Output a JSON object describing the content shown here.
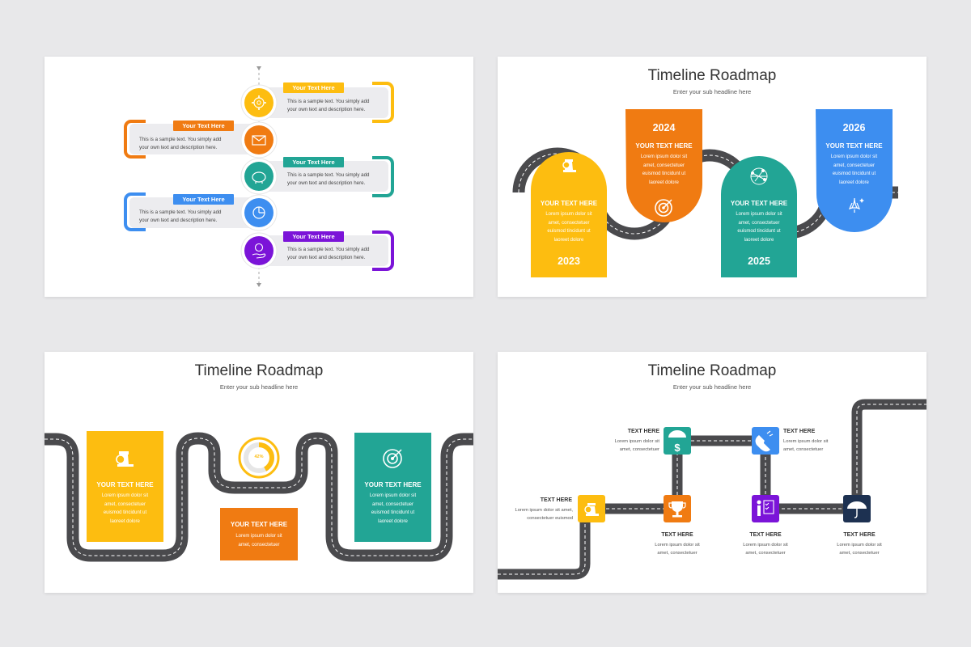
{
  "colors": {
    "yellow": "#fdbd10",
    "orange": "#f07b12",
    "teal": "#22a595",
    "blue": "#3d8ef0",
    "purple": "#7b14d8",
    "navy": "#1d3151",
    "road": "#4a4a4d"
  },
  "slide1": {
    "items": [
      {
        "label": "Your Text Here",
        "text1": "This is a sample text. You simply add",
        "text2": "your own text and description here.",
        "icon": "gear-icon",
        "side": "right"
      },
      {
        "label": "Your Text Here",
        "text1": "This is a sample text. You simply add",
        "text2": "your own text and description here.",
        "icon": "envelope-icon",
        "side": "left"
      },
      {
        "label": "Your Text Here",
        "text1": "This is a sample text. You simply add",
        "text2": "your own text and description here.",
        "icon": "piggy-bank-icon",
        "side": "right"
      },
      {
        "label": "Your Text Here",
        "text1": "This is a sample text. You simply add",
        "text2": "your own text and description here.",
        "icon": "pie-chart-icon",
        "side": "left"
      },
      {
        "label": "Your Text Here",
        "text1": "This is a sample text. You simply add",
        "text2": "your own text and description here.",
        "icon": "money-hand-icon",
        "side": "right"
      }
    ]
  },
  "slide2": {
    "title": "Timeline Roadmap",
    "subtitle": "Enter your sub headline here",
    "cards": [
      {
        "year": "2023",
        "heading": "YOUR TEXT HERE",
        "lines": [
          "Lorem ipsum dolor sit",
          "amet, consectetuer",
          "euismod tincidunt ut",
          "laoreet dolore"
        ],
        "icon": "chess-icon"
      },
      {
        "year": "2024",
        "heading": "YOUR TEXT HERE",
        "lines": [
          "Lorem ipsum dolor sit",
          "amet, consectetuer",
          "euismod tincidunt ut",
          "laoreet dolore"
        ],
        "icon": "target-icon"
      },
      {
        "year": "2025",
        "heading": "YOUR TEXT HERE",
        "lines": [
          "Lorem ipsum dolor sit",
          "amet, consectetuer",
          "euismod tincidunt ut",
          "laoreet dolore"
        ],
        "icon": "brain-network-icon"
      },
      {
        "year": "2026",
        "heading": "YOUR TEXT HERE",
        "lines": [
          "Lorem ipsum dolor sit",
          "amet, consectetuer",
          "euismod tincidunt ut",
          "laoreet dolore"
        ],
        "icon": "rocket-icon"
      }
    ]
  },
  "slide3": {
    "title": "Timeline Roadmap",
    "subtitle": "Enter your sub headline here",
    "donut_label": "42%",
    "cards": [
      {
        "heading": "YOUR TEXT HERE",
        "lines": [
          "Lorem ipsum dolor sit",
          "amet, consectetuer",
          "euismod tincidunt ut",
          "laoreet dolore"
        ],
        "icon": "chess-icon"
      },
      {
        "heading": "YOUR TEXT HERE",
        "lines": [
          "Lorem ipsum dolor sit",
          "amet, consectetuer"
        ]
      },
      {
        "heading": "YOUR TEXT HERE",
        "lines": [
          "Lorem ipsum dolor sit",
          "amet, consectetuer",
          "euismod tincidunt ut",
          "laoreet dolore"
        ],
        "icon": "target-icon"
      }
    ]
  },
  "slide4": {
    "title": "Timeline Roadmap",
    "subtitle": "Enter your sub headline here",
    "nodes": [
      {
        "heading": "TEXT HERE",
        "line1": "Lorem ipsum dolor sit amet,",
        "line2": "consectetuer euismod",
        "icon": "chess-icon"
      },
      {
        "heading": "TEXT HERE",
        "line1": "Lorem ipsum dolor sit",
        "line2": "amet, consectetuer",
        "icon": "dollar-umbrella-icon"
      },
      {
        "heading": "TEXT HERE",
        "line1": "Lorem ipsum dolor sit",
        "line2": "amet, consectetuer",
        "icon": "trophy-icon"
      },
      {
        "heading": "TEXT HERE",
        "line1": "Lorem ipsum dolor sit",
        "line2": "amet, consectetuer",
        "icon": "magnet-icon"
      },
      {
        "heading": "TEXT HERE",
        "line1": "Lorem ipsum dolor sit",
        "line2": "amet, consectetuer",
        "icon": "presenter-icon"
      },
      {
        "heading": "TEXT HERE",
        "line1": "Lorem ipsum dolor sit",
        "line2": "amet, consectetuer",
        "icon": "umbrella-icon"
      }
    ]
  }
}
